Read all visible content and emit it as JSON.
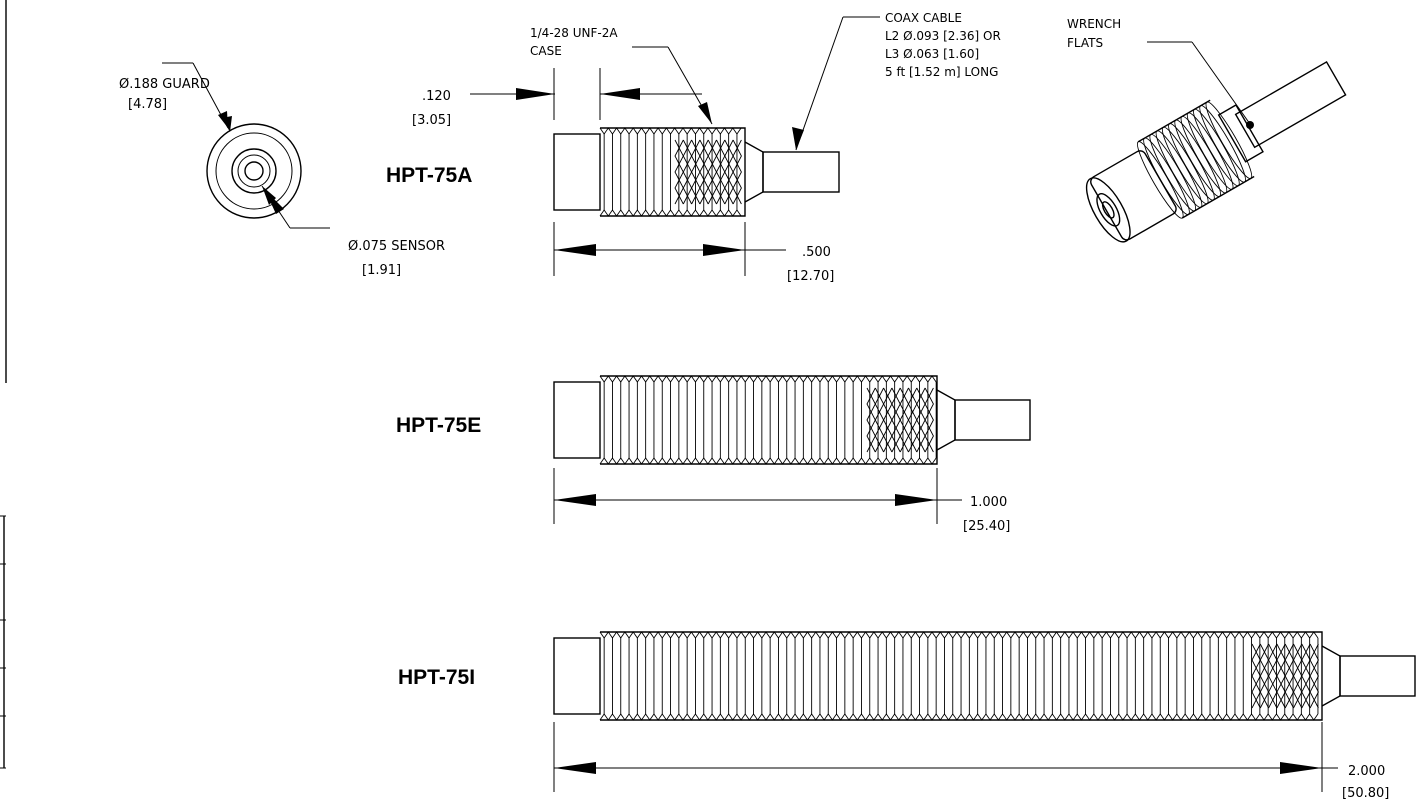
{
  "front_view": {
    "guard_label": "Ø.188 GUARD",
    "guard_metric": "[4.78]",
    "sensor_label": "Ø.075 SENSOR",
    "sensor_metric": "[1.91]"
  },
  "callouts": {
    "thread_line1": "1/4-28 UNF-2A",
    "thread_line2": "CASE",
    "gap_value": ".120",
    "gap_metric": "[3.05]",
    "coax_line1": "COAX CABLE",
    "coax_line2": "L2  Ø.093 [2.36] OR",
    "coax_line3": "L3  Ø.063 [1.60]",
    "coax_line4": "5 ft [1.52 m] LONG",
    "wrench_line1": "WRENCH",
    "wrench_line2": "FLATS"
  },
  "probes": [
    {
      "model": "HPT-75A",
      "length": ".500",
      "length_metric": "[12.70]"
    },
    {
      "model": "HPT-75E",
      "length": "1.000",
      "length_metric": "[25.40]"
    },
    {
      "model": "HPT-75I",
      "length": "2.000",
      "length_metric": "[50.80]"
    }
  ]
}
